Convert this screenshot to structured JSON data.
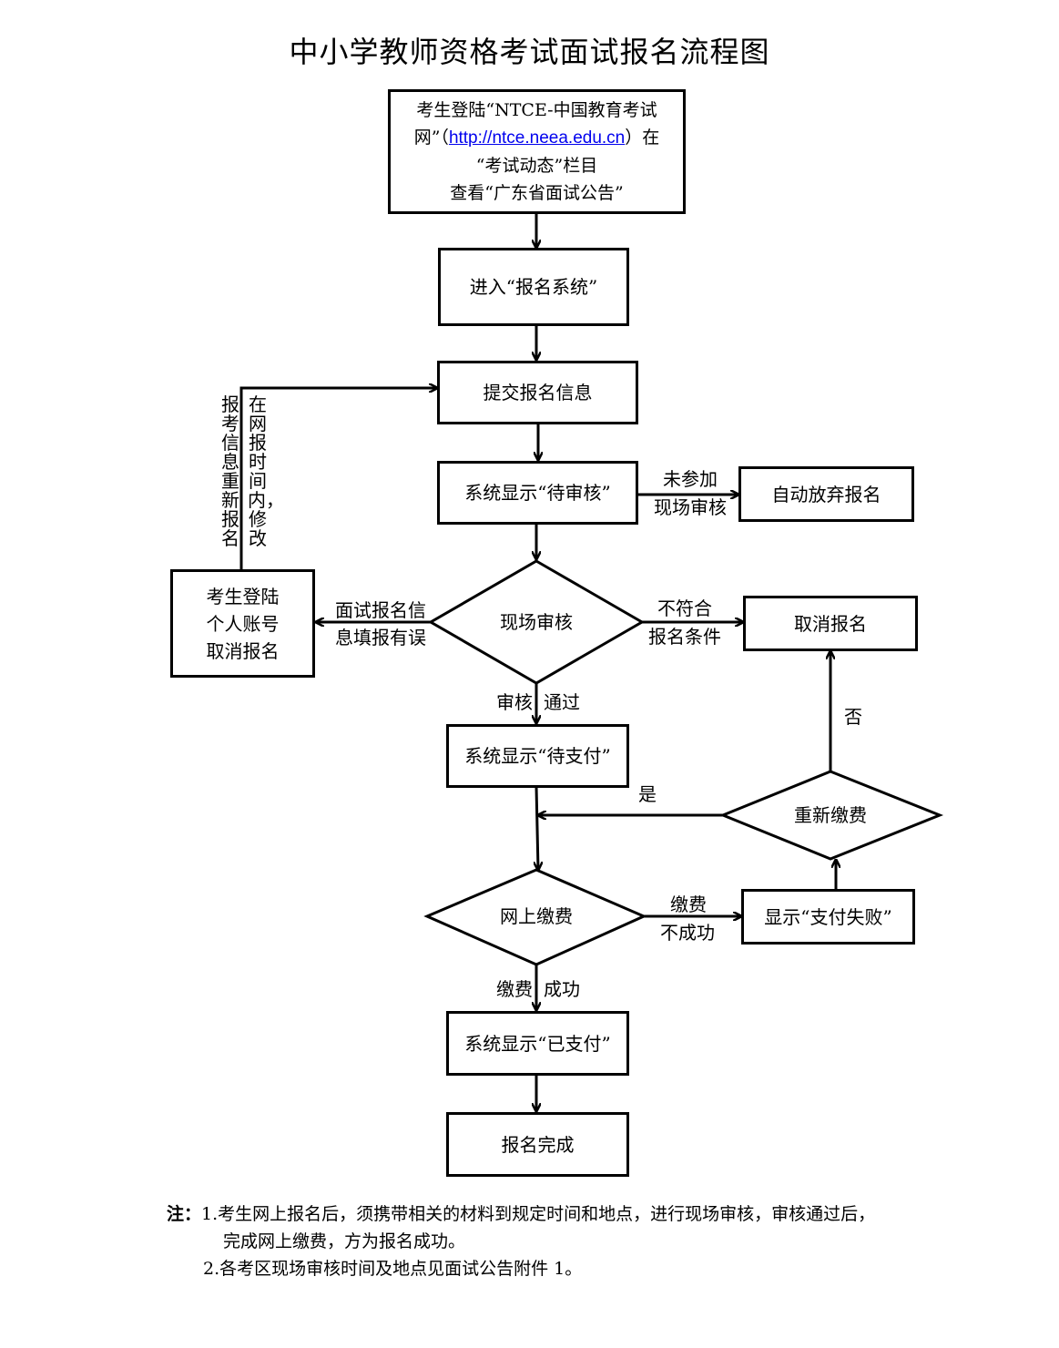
{
  "title": "中小学教师资格考试面试报名流程图",
  "nodes": {
    "start": {
      "line1": "考生登陆“NTCE-中国教育考试",
      "line2_pre": "网”（",
      "line2_link": "http://ntce.neea.edu.cn",
      "line2_post": "）在",
      "line3": "“考试动态”栏目",
      "line4": "查看“广东省面试公告”"
    },
    "enter_system": "进入“报名系统”",
    "submit_info": "提交报名信息",
    "pending_review": "系统显示“待审核”",
    "auto_abandon": "自动放弃报名",
    "onsite_review": "现场审核",
    "cancel_registration": "取消报名",
    "login_cancel": [
      "考生登陆",
      "个人账号",
      "取消报名"
    ],
    "pending_payment": "系统显示“待支付”",
    "repay": "重新缴费",
    "online_payment": "网上缴费",
    "payment_failed": "显示“支付失败”",
    "paid": "系统显示“已支付”",
    "done": "报名完成"
  },
  "edge_labels": {
    "not_attend": [
      "未参加",
      "现场审核"
    ],
    "not_qualified": [
      "不符合",
      "报名条件"
    ],
    "info_error": [
      "面试报名信",
      "息填报有误"
    ],
    "review_left": "审核",
    "review_right": "通过",
    "no": "否",
    "yes": "是",
    "pay_fail": [
      "缴费",
      "不成功"
    ],
    "pay_ok_left": "缴费",
    "pay_ok_right": "成功",
    "vertical_inner": "在网报时间内，修改",
    "vertical_outer": "报考信息重新报名"
  },
  "notes": {
    "label": "注：",
    "item1_line1": "1.考生网上报名后，须携带相关的材料到规定时间和地点，进行现场审核，审核通过后，",
    "item1_line2": "完成网上缴费，方为报名成功。",
    "item2": "2.各考区现场审核时间及地点见面试公告附件 1。"
  }
}
